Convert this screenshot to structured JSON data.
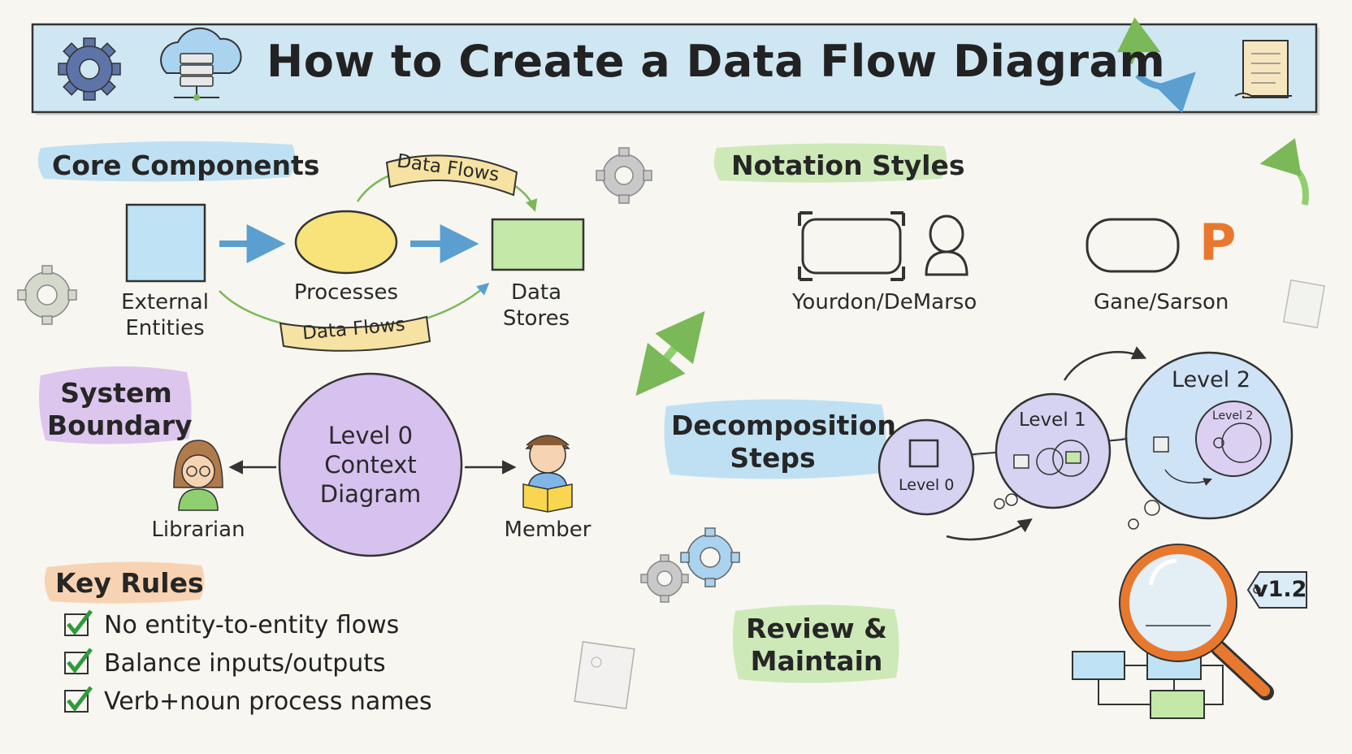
{
  "title": "How to Create a Data Flow Diagram",
  "core_components": {
    "heading": "Core Components",
    "external_entities": "External\nEntities",
    "processes": "Processes",
    "data_stores": "Data\nStores",
    "data_flows_top": "Data Flows",
    "data_flows_bottom": "Data Flows"
  },
  "notation_styles": {
    "heading": "Notation Styles",
    "yourdon": "Yourdon/DeMarso",
    "gane": "Gane/Sarson",
    "gane_letter": "P"
  },
  "system_boundary": {
    "heading": "System\nBoundary",
    "context": "Level 0\nContext\nDiagram",
    "librarian": "Librarian",
    "member": "Member"
  },
  "decomposition": {
    "heading": "Decomposition\nSteps",
    "level0": "Level 0",
    "level1": "Level 1",
    "level2": "Level 2",
    "level2_inner": "Level 2"
  },
  "key_rules": {
    "heading": "Key Rules",
    "items": [
      "No entity-to-entity flows",
      "Balance inputs/outputs",
      "Verb+noun process names"
    ]
  },
  "review": {
    "heading": "Review &\nMaintain",
    "version": "v1.2"
  },
  "colors": {
    "banner": "#cfe6f3",
    "blue_highlight": "#bfe0f2",
    "green_highlight": "#cde9b8",
    "purple_highlight": "#dcc6ee",
    "orange_highlight": "#f8d3b3",
    "entity_blue": "#bfe3f5",
    "process_yellow": "#f8e27a",
    "store_green": "#c3e8a8",
    "context_purple": "#d7c1ef",
    "check_green": "#2f9a3a",
    "magnifier_orange": "#e9782f"
  },
  "icons": [
    "gear-icon",
    "cloud-server-icon",
    "cycle-arrows-icon",
    "scroll-icon",
    "checkmark-icon",
    "magnifier-icon",
    "person-icon"
  ]
}
